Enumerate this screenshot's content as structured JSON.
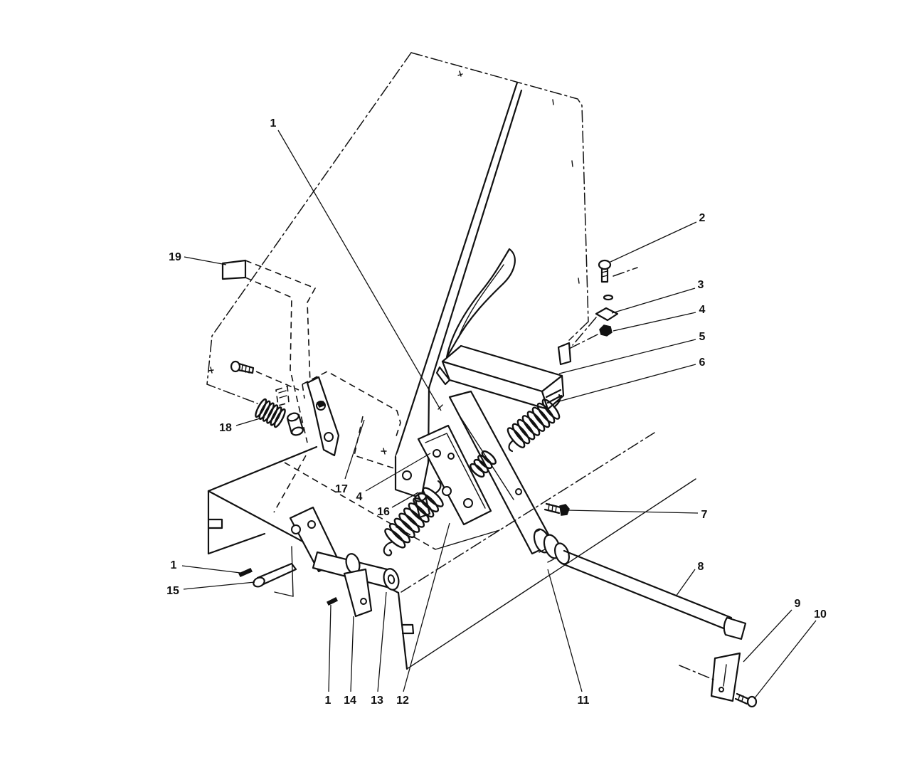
{
  "diagram": {
    "callouts": [
      "1",
      "2",
      "3",
      "4",
      "5",
      "6",
      "7",
      "8",
      "9",
      "10",
      "11",
      "12",
      "13",
      "14",
      "1",
      "15",
      "1",
      "16",
      "4",
      "17",
      "18",
      "19"
    ]
  }
}
